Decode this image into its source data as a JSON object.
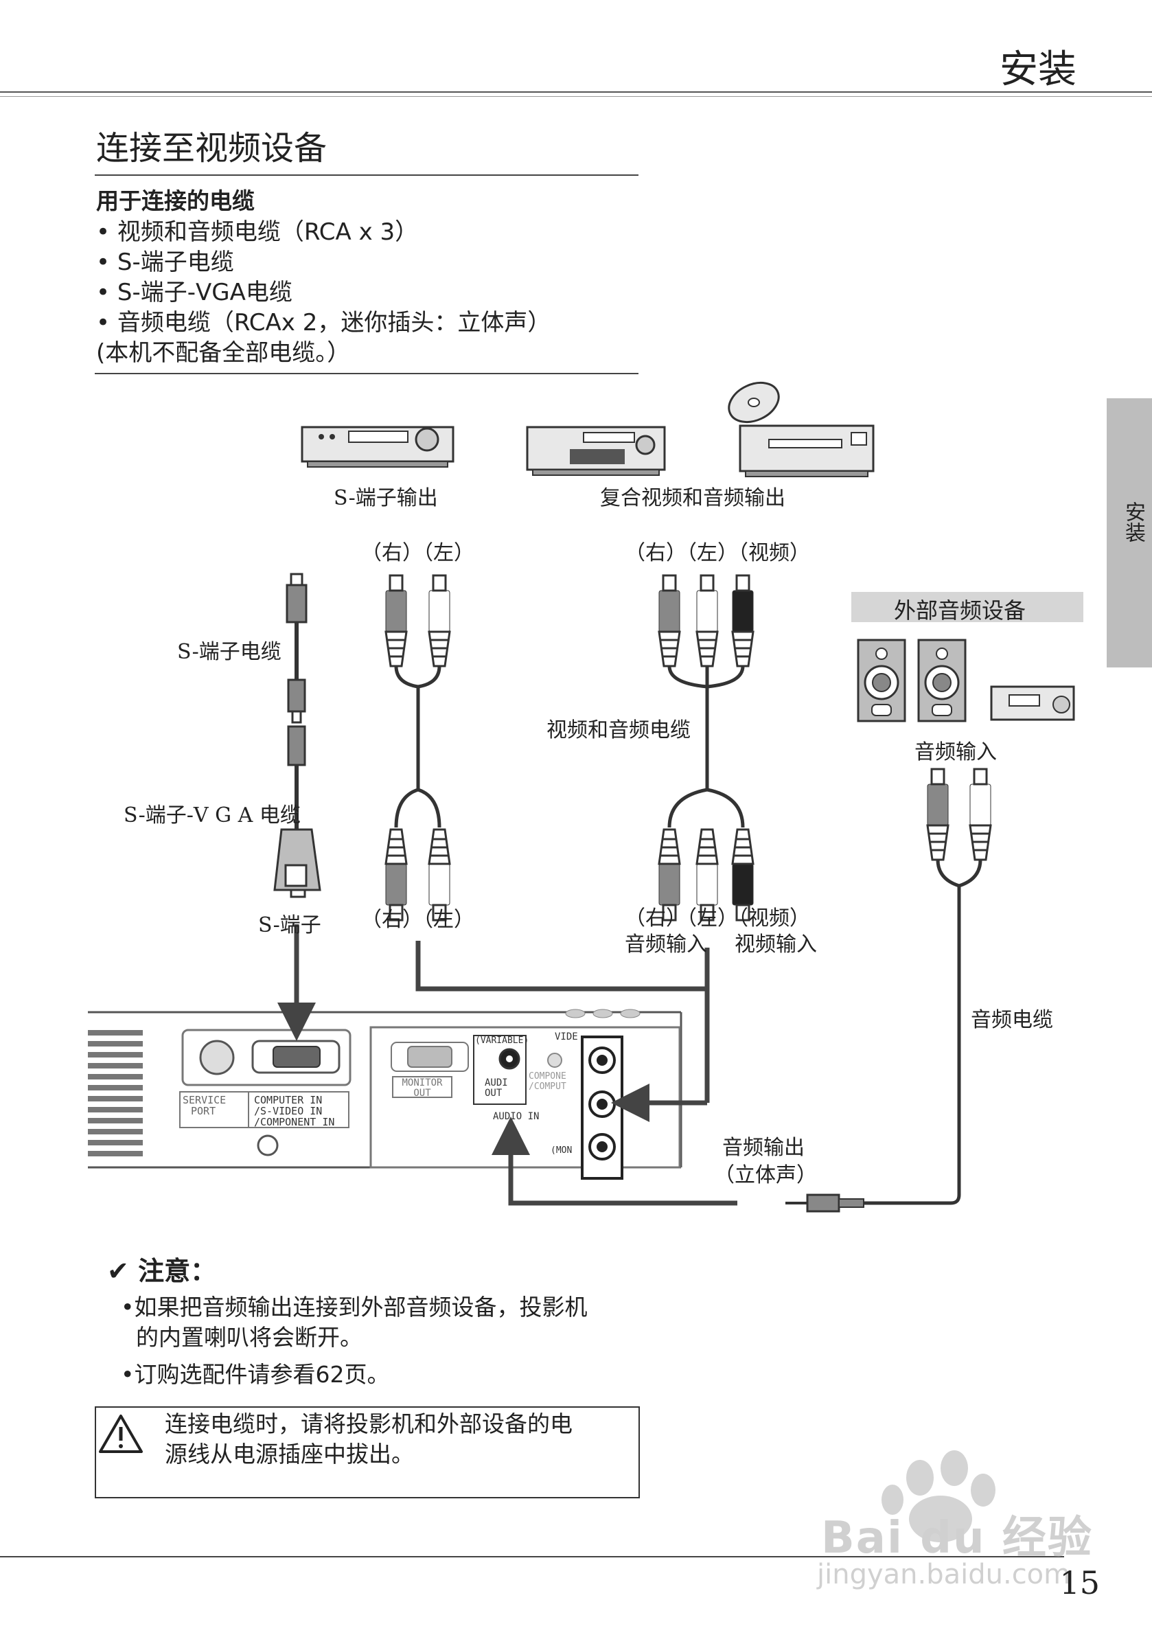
{
  "header": {
    "title": "安装"
  },
  "side_tab": {
    "label": "安装"
  },
  "section": {
    "title": "连接至视频设备",
    "subtitle": "用于连接的电缆",
    "cables": [
      "• 视频和音频电缆（RCA x 3）",
      "• S-端子电缆",
      "• S-端子-VGA电缆",
      "• 音频电缆（RCAx 2，迷你插头：立体声）"
    ],
    "note": "(本机不配备全部电缆。）"
  },
  "diagram": {
    "svideo_out": "S-端子输出",
    "composite_out": "复合视频和音频输出",
    "rl_top": "（右）（左）",
    "rlv_top": "（右）（左）（视频）",
    "ext_audio": "外部音频设备",
    "svideo_cable": "S-端子电缆",
    "svga_cable": "S-端子-V G A 电缆",
    "av_cable": "视频和音频电缆",
    "audio_in": "音频输入",
    "rl_bottom": "（右）（左）",
    "rlv_bottom": "（右）（左）（视频）",
    "audio_in2": "音频输入",
    "video_in": "视频输入",
    "svideo_port": "S-端子",
    "audio_cable": "音频电缆",
    "audio_out": "音频输出",
    "stereo": "（立体声）",
    "panel": {
      "variable": "(VARIABLE)",
      "video": "VIDE",
      "service1": "SERVICE",
      "service2": "PORT",
      "comp1": "COMPUTER  IN",
      "comp2": "/S-VIDEO  IN",
      "comp3": "/COMPONENT  IN",
      "monitor1": "MONITOR",
      "monitor2": "OUT",
      "audio1": "AUDI",
      "audio2": "OUT",
      "compo1": "COMPONE",
      "compo2": "/COMPUT",
      "audio_in": "AUDIO  IN",
      "mono": "(MON"
    }
  },
  "caution": {
    "title": "✔ 注意：",
    "items": [
      "•如果把音频输出连接到外部音频设备，投影机",
      "  的内置喇叭将会断开。",
      "•订购选配件请参看62页。"
    ]
  },
  "warning": {
    "line1": "连接电缆时，请将投影机和外部设备的电",
    "line2": "源线从电源插座中拔出。"
  },
  "page_number": "15",
  "watermark": {
    "brand": "Bai du 经验",
    "url": "jingyan.baidu.com"
  }
}
